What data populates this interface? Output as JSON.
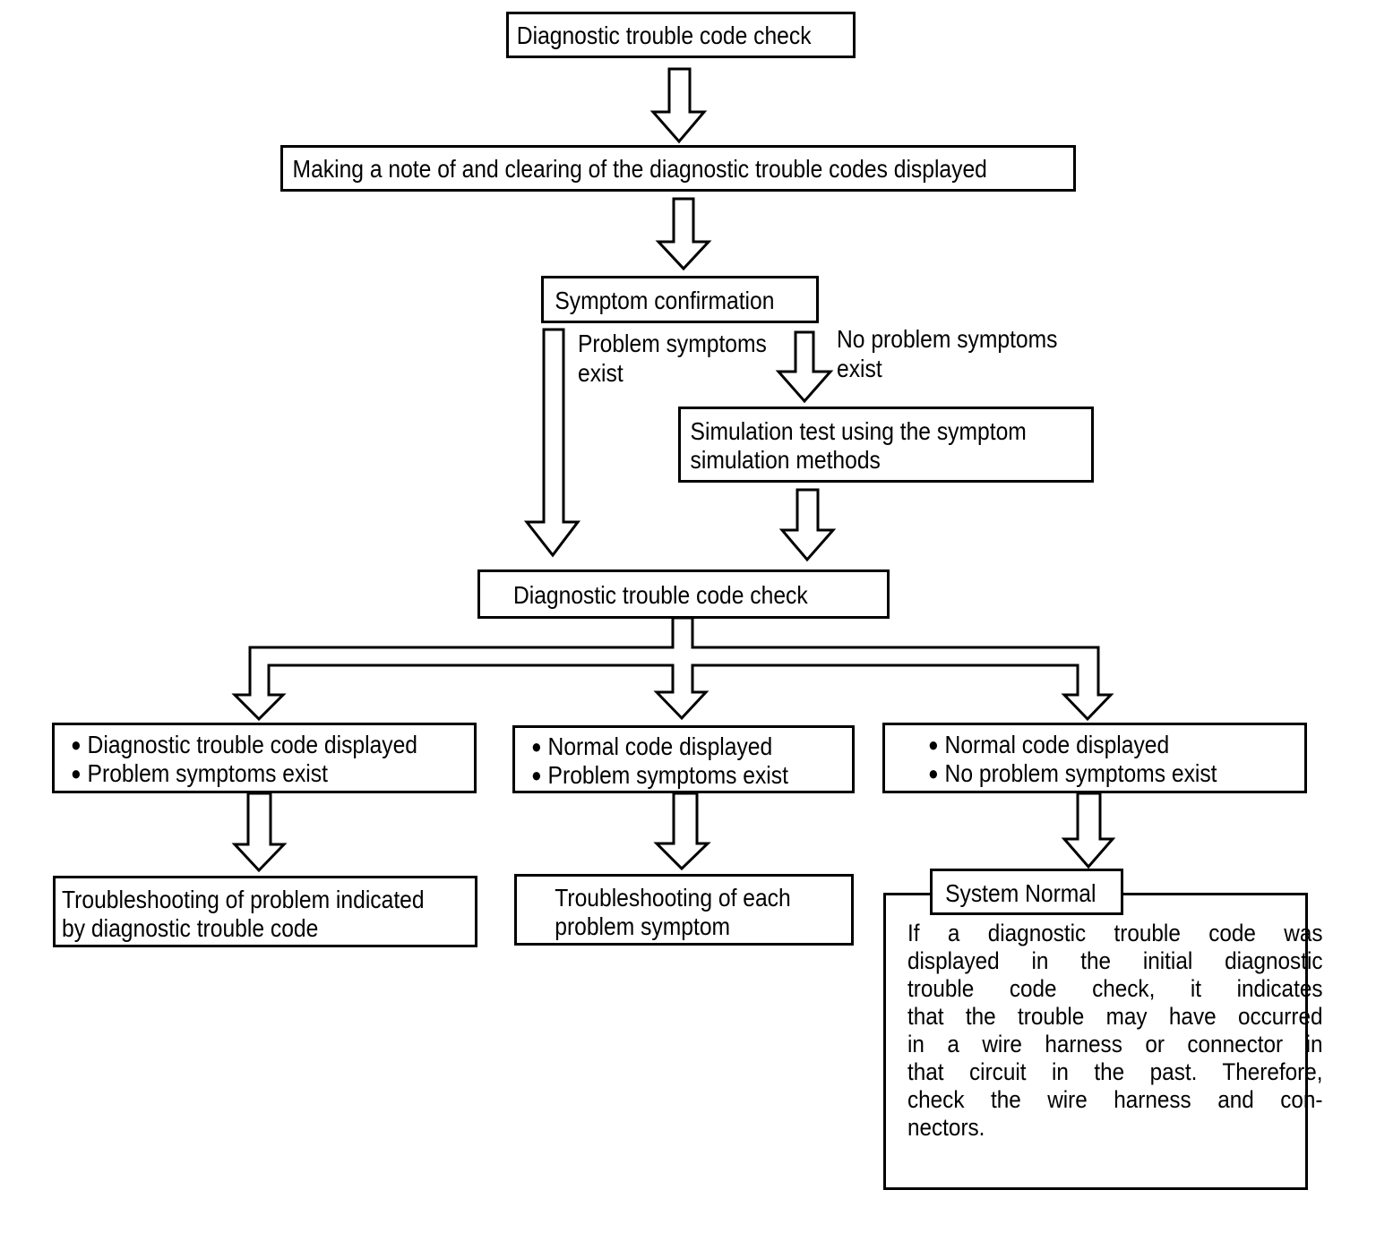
{
  "flow": {
    "step_dtc_check_1": "Diagnostic trouble code check",
    "step_note_clear": "Making a note of and clearing of the diagnostic trouble codes displayed",
    "step_symptom_confirmation": "Symptom confirmation",
    "branch_label_problem": {
      "line1": "Problem symptoms",
      "line2": "exist"
    },
    "branch_label_no_problem": {
      "line1": "No problem symptoms",
      "line2": "exist"
    },
    "step_simulation": {
      "line1": "Simulation test using the symptom",
      "line2": "simulation methods"
    },
    "step_dtc_check_2": "Diagnostic trouble code check",
    "outcome_left": {
      "bullet1": "Diagnostic trouble code displayed",
      "bullet2": "Problem symptoms exist"
    },
    "outcome_middle": {
      "bullet1": "Normal code displayed",
      "bullet2": "Problem symptoms exist"
    },
    "outcome_right": {
      "bullet1": "Normal code displayed",
      "bullet2": "No problem symptoms exist"
    },
    "action_left": {
      "line1": "Troubleshooting of problem indicated",
      "line2": "by diagnostic trouble code"
    },
    "action_middle": {
      "line1": "Troubleshooting of each",
      "line2": "problem symptom"
    },
    "system_normal_label": "System Normal",
    "system_normal_note": {
      "line1": "If a diagnostic trouble code was",
      "line2": "displayed in the initial diagnostic",
      "line3": "trouble code check, it indicates",
      "line4": "that the trouble may have occurred",
      "line5": "in a wire harness or connector in",
      "line6": "that circuit in the past. Therefore,",
      "line7": "check the wire harness and con-",
      "line8": "nectors."
    },
    "bullet_glyph": "●"
  },
  "colors": {
    "line": "#000000",
    "background": "#ffffff"
  }
}
